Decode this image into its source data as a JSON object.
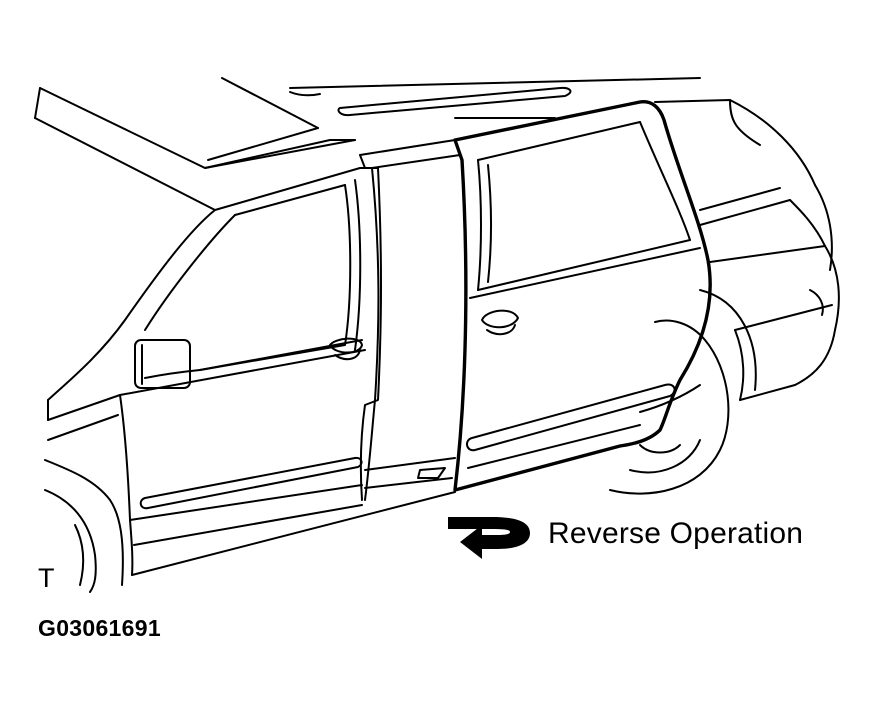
{
  "annotation": {
    "operation_text": "Reverse Operation",
    "arrow_icon": "reverse-operation-arrow-icon"
  },
  "view_marker": "T",
  "figure_id": "G03061691",
  "colors": {
    "line": "#000000",
    "background": "#ffffff"
  }
}
